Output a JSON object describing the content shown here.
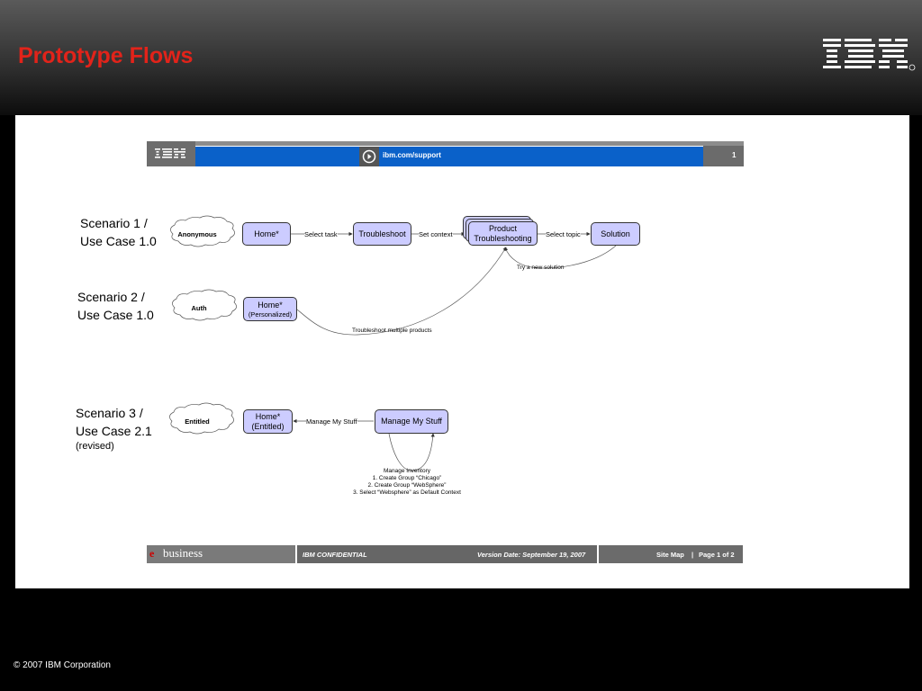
{
  "slide": {
    "title": "Prototype Flows",
    "logo": "IBM",
    "copyright": "© 2007 IBM Corporation"
  },
  "topbar": {
    "logo": "IBM",
    "icon": "play-circle-icon",
    "url": "ibm.com/support",
    "page_number": "1"
  },
  "scenarios": [
    {
      "line1": "Scenario 1 /",
      "line2": "Use Case 1.0",
      "actor": "Anonymous"
    },
    {
      "line1": "Scenario 2 /",
      "line2": "Use Case 1.0",
      "actor": "Auth"
    },
    {
      "line1": "Scenario 3 /",
      "line2": "Use Case 2.1",
      "note": "(revised)",
      "actor": "Entitled"
    }
  ],
  "nodes": {
    "home1": "Home*",
    "troubleshoot": "Troubleshoot",
    "product_line1": "Product",
    "product_line2": "Troubleshooting",
    "solution": "Solution",
    "home2": "Home*",
    "home2_sub": "(Personalized)",
    "home3": "Home*",
    "home3_sub": "(Entitled)",
    "manage": "Manage My Stuff"
  },
  "edges": {
    "select_task": "Select task",
    "set_context": "Set context",
    "select_topic": "Select topic",
    "try_new": "Try a new solution",
    "multiple": "Troubleshoot multiple products",
    "manage_my_stuff": "Manage My Stuff"
  },
  "manage_inventory": [
    "Manage Inventory",
    "1. Create Group “Chicago”",
    "2. Create Group “WebSphere”",
    "3. Select “Websphere” as Default Context"
  ],
  "bottombar": {
    "brand_e": "e",
    "brand": "business",
    "confidential": "IBM CONFIDENTIAL",
    "version": "Version Date:  September 19, 2007",
    "sitemap": "Site Map",
    "separator": "|",
    "page": "Page 1 of 2"
  }
}
